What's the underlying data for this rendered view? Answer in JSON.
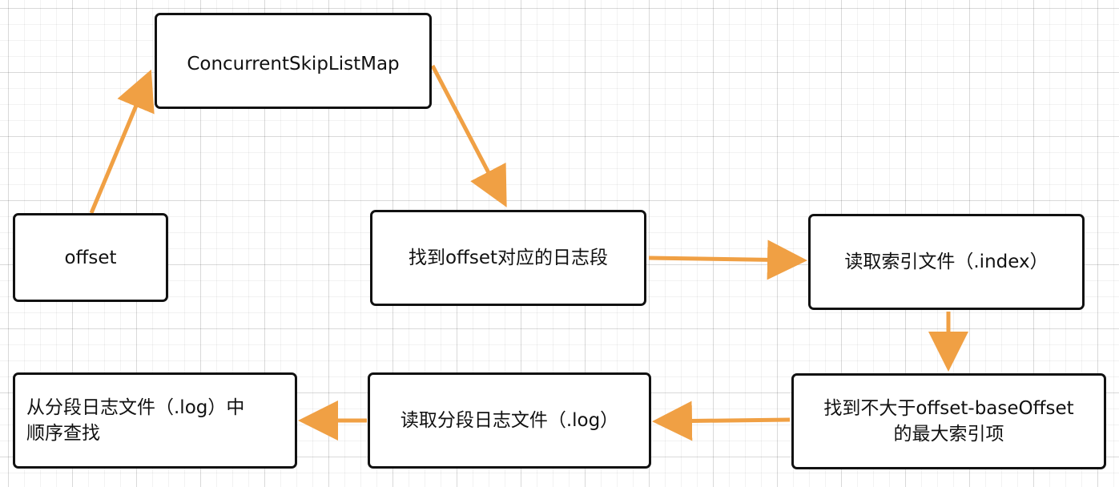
{
  "diagram": {
    "edge_color": "#F0A044",
    "nodes": {
      "offset": {
        "label": "offset"
      },
      "skiplist": {
        "label": "ConcurrentSkipListMap"
      },
      "find_segment": {
        "label": "找到offset对应的日志段"
      },
      "read_index": {
        "label": "读取索引文件（.index）"
      },
      "find_max_index": {
        "label_line1": "找到不大于offset-baseOffset",
        "label_line2": "的最大索引项"
      },
      "read_log": {
        "label": "读取分段日志文件（.log）"
      },
      "sequential_search": {
        "label_line1": "从分段日志文件（.log）中",
        "label_line2": "顺序查找"
      }
    },
    "edges": [
      {
        "from": "offset",
        "to": "skiplist"
      },
      {
        "from": "skiplist",
        "to": "find_segment"
      },
      {
        "from": "find_segment",
        "to": "read_index"
      },
      {
        "from": "read_index",
        "to": "find_max_index"
      },
      {
        "from": "find_max_index",
        "to": "read_log"
      },
      {
        "from": "read_log",
        "to": "sequential_search"
      }
    ]
  }
}
